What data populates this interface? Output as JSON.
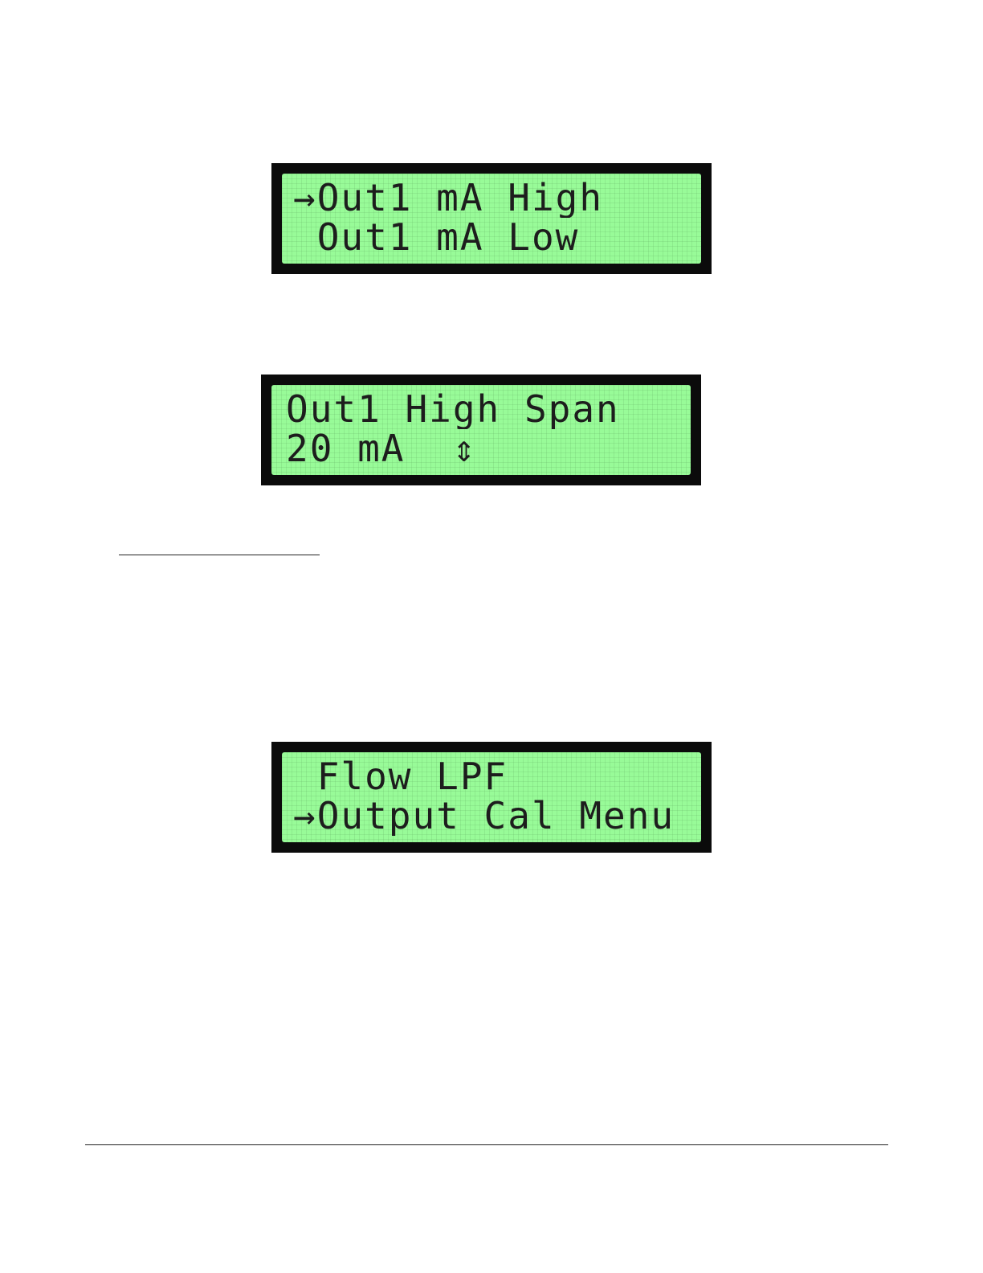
{
  "displays": [
    {
      "lines": [
        "→Out1 mA High",
        " Out1 mA Low"
      ]
    },
    {
      "lines": [
        "Out1 High Span",
        "20 mA  ⇕"
      ]
    },
    {
      "lines": [
        " Flow LPF",
        "→Output Cal Menu"
      ]
    }
  ],
  "colors": {
    "lcd_background": "#98fb98",
    "lcd_bezel": "#0b0b0b",
    "lcd_text": "#1d1d1d"
  }
}
